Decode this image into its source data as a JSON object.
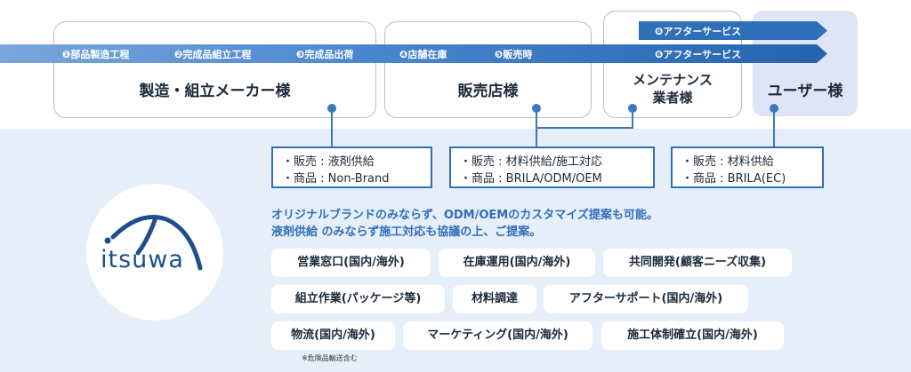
{
  "stages": {
    "manufacturer": "製造・組立メーカー様",
    "retailer": "販売店様",
    "maintenance_line1": "メンテナンス",
    "maintenance_line2": "業者様",
    "user": "ユーザー様"
  },
  "flow_steps": {
    "step1": "❶部品製造工程",
    "step2": "❷完成品組立工程",
    "step3": "❸完成品出荷",
    "step4": "❹店舗在庫",
    "step5": "❺販売時",
    "step6_top": "❻アフターサービス",
    "step6_bottom": "❻アフターサービス"
  },
  "info_boxes": {
    "manufacturer": {
      "sales": "・販売 : 液剤供給",
      "product": "・商品 : Non-Brand"
    },
    "retailer": {
      "sales": "・販売 : 材料供給/施工対応",
      "product": "・商品 : BRILA/ODM/OEM"
    },
    "user": {
      "sales": "・販売 : 材料供給",
      "product": "・商品 : BRILA(EC)"
    }
  },
  "logo": {
    "text": "itsuwa"
  },
  "lead": {
    "line1": "オリジナルブランドのみならず、ODM/OEMのカスタマイズ提案も可能。",
    "line2": "液剤供給 のみならず施工対応も協議の上、ご提案。"
  },
  "services": [
    "営業窓口(国内/海外)",
    "在庫運用(国内/海外)",
    "共同開発(顧客ニーズ収集)",
    "組立作業(パッケージ等)",
    "材料調達",
    "アフターサポート(国内/海外)",
    "物流(国内/海外)",
    "マーケティング(国内/海外)",
    "施工体制確立(国内/海外)"
  ],
  "footnote": "※危険品輸送含む",
  "colors": {
    "arrow_light": "#6f9fd8",
    "arrow_dark": "#2f6fb8",
    "accent_text": "#2f6fb8",
    "background_band": "#e6eefa",
    "user_box": "#dfe5f7"
  }
}
